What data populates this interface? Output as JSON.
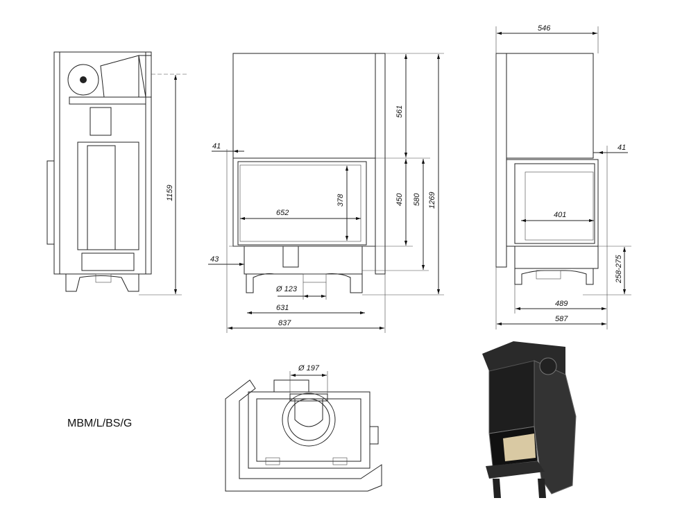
{
  "model_label": "MBM/L/BS/G",
  "side_view": {
    "height": "1159"
  },
  "front_view": {
    "top_height": "561",
    "door_height": "450",
    "fire_height": "580",
    "total_height": "1269",
    "glass_height": "378",
    "glass_width": "652",
    "left_offset": "41",
    "base_offset": "43",
    "flue_diameter": "Ø 123",
    "feet_width": "631",
    "total_width": "837"
  },
  "right_view": {
    "top_width": "546",
    "right_offset": "41",
    "glass_width": "401",
    "leg_height": "258-275",
    "feet_width": "489",
    "total_width": "587"
  },
  "plan_view": {
    "flue_diameter": "Ø 197"
  }
}
